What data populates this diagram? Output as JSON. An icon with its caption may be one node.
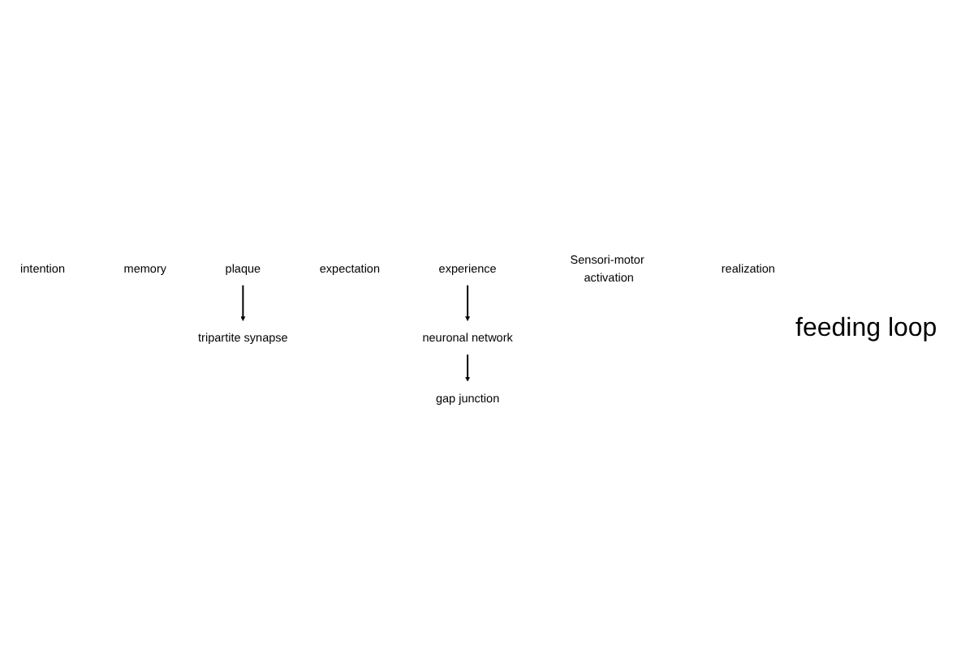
{
  "diagram": {
    "nodes": [
      {
        "text": [
          "intention"
        ]
      },
      {
        "text": [
          "memory"
        ]
      },
      {
        "text": [
          "gap junction"
        ]
      },
      {
        "text": [
          "plaque"
        ]
      },
      {
        "text": [
          "tripartite synapse"
        ]
      },
      {
        "text": [
          "expectation"
        ]
      },
      {
        "text": [
          "experience"
        ]
      },
      {
        "text": [
          "neuronal network"
        ]
      },
      {
        "text": [
          "Sensori-motor activation"
        ]
      },
      {
        "text": [
          "realization"
        ]
      }
    ],
    "edges": [
      {
        "from": 3,
        "to": 4,
        "arrow": "to"
      },
      {
        "from": 6,
        "to": 7,
        "arrow": "to"
      },
      {
        "from": 7,
        "to": 2,
        "arrow": "to"
      }
    ],
    "labels": [
      "feeding loop"
    ]
  }
}
